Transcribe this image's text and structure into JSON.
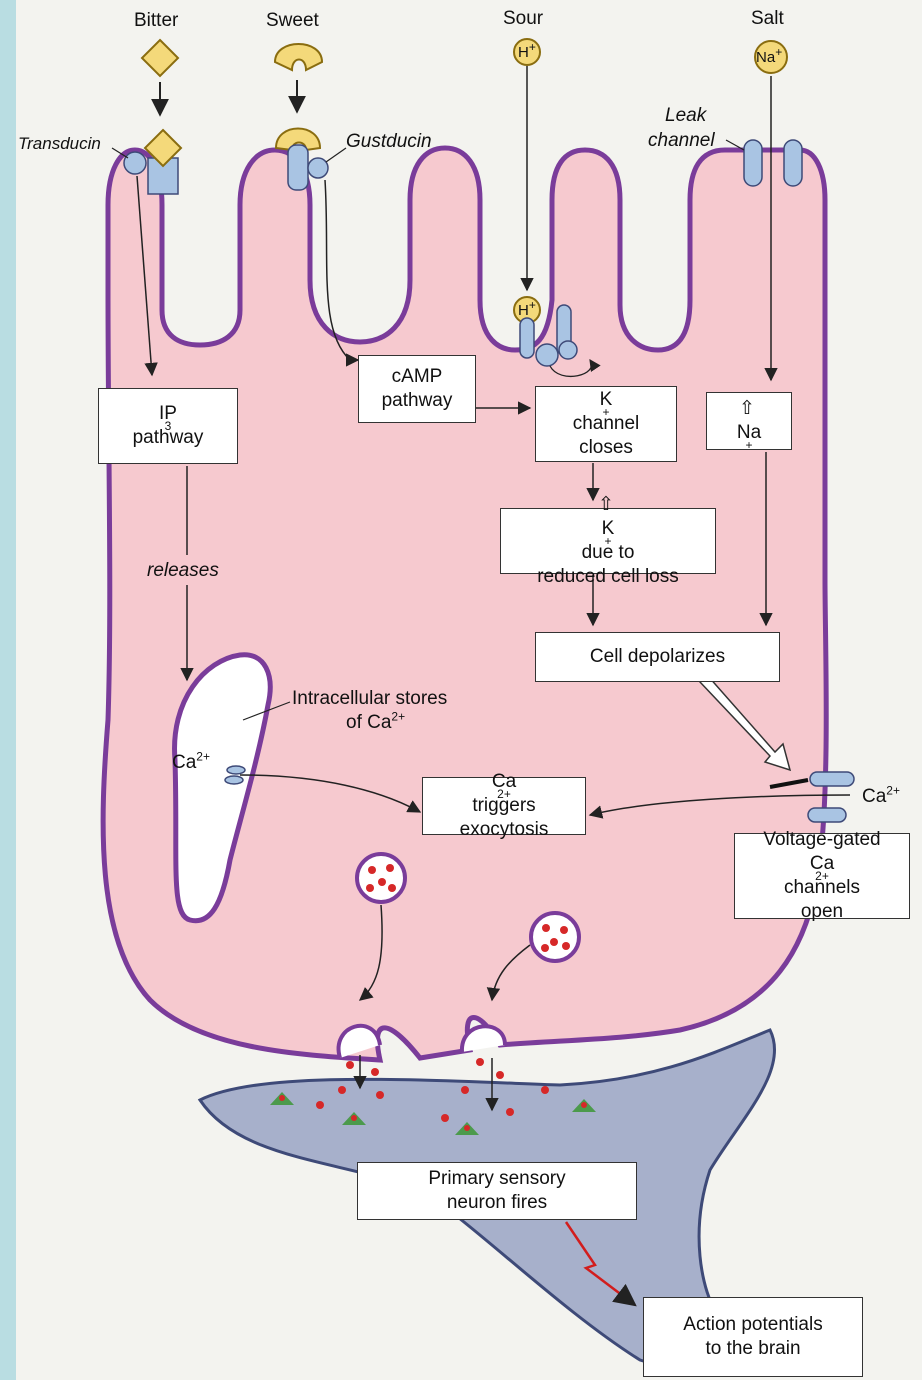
{
  "stimuli": {
    "bitter": "Bitter",
    "sweet": "Sweet",
    "sour": "Sour",
    "salt": "Salt",
    "sour_ion": "H",
    "sour_ion_charge": "+",
    "salt_ion": "Na",
    "salt_ion_charge": "+"
  },
  "labels": {
    "transducin": "Transducin",
    "gustducin": "Gustducin",
    "leak_channel_1": "Leak",
    "leak_channel_2": "channel",
    "releases": "releases",
    "stores_1": "Intracellular stores",
    "stores_2": "of Ca",
    "stores_2_sup": "2+",
    "ca_left": "Ca",
    "ca_left_sup": "2+",
    "ca_right": "Ca",
    "ca_right_sup": "2+",
    "channel_h": "H",
    "channel_h_sup": "+"
  },
  "boxes": {
    "ip3_1": "IP",
    "ip3_sub": "3",
    "ip3_2": "pathway",
    "camp_1": "cAMP",
    "camp_2": "pathway",
    "kclose_1a": "K",
    "kclose_1sup": "+",
    "kclose_1b": " channel",
    "kclose_2": "closes",
    "na_up": "Na",
    "na_up_sup": "+",
    "k_up_1a": "K",
    "k_up_1sup": "+",
    "k_up_1b": " due to",
    "k_up_2": "reduced cell loss",
    "depol": "Cell depolarizes",
    "exo_1a": "Ca",
    "exo_1sup": "2+",
    "exo_1b": " triggers",
    "exo_2": "exocytosis",
    "vg_1": "Voltage-gated",
    "vg_2a": "Ca",
    "vg_2sup": "2+",
    "vg_2b": " channels",
    "vg_3": "open",
    "neuron_1": "Primary sensory",
    "neuron_2": "neuron fires",
    "ap_1": "Action potentials",
    "ap_2": "to the brain"
  },
  "colors": {
    "cell_fill": "#f6c9cf",
    "cell_stroke": "#7a3c9a",
    "neuron_fill": "#a7b0cb",
    "neuron_stroke": "#3e4a78",
    "receptor_blue": "#a9c4e3",
    "ligand_yellow": "#f4d97a",
    "vesicle_red": "#d62828",
    "signal_red": "#d21d1d"
  }
}
